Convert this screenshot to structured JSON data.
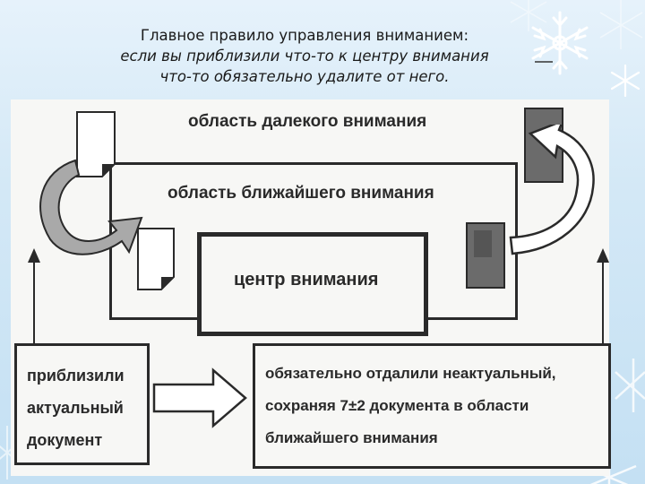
{
  "header": {
    "line1": "Главное правило управления вниманием:",
    "line2": "если вы приблизили что-то к центру внимания",
    "line3": "что-то обязательно удалите от него."
  },
  "diagram": {
    "far_area": "область далекого внимания",
    "near_area": "область ближайшего внимания",
    "center": "центр внимания",
    "left_box": [
      "приблизили",
      "актуальный",
      "документ"
    ],
    "right_box": [
      "обязательно отдалили неактуальный,",
      "сохраняя 7±2 документа в области",
      "ближайшего внимания"
    ]
  },
  "icons": [
    "snowflake-icon",
    "document-icon",
    "curved-arrow-icon",
    "up-arrow-icon",
    "right-arrow-icon"
  ]
}
